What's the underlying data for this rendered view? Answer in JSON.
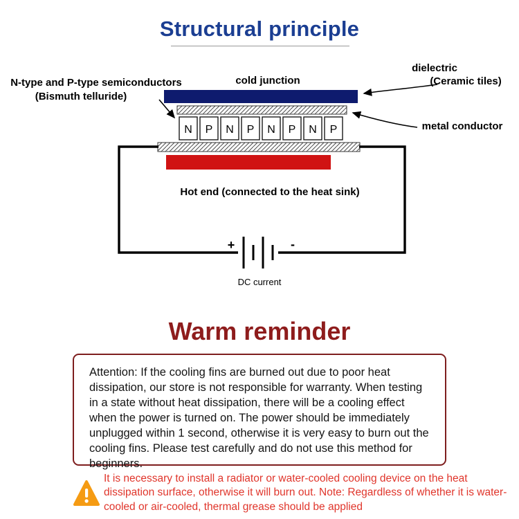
{
  "header": {
    "title": "Structural principle",
    "title_color": "#1b3e92"
  },
  "diagram": {
    "labels": {
      "cold_junction": "cold junction",
      "dielectric": "dielectric",
      "ceramic_tiles": "(Ceramic tiles)",
      "np_semiconductors": "N-type and P-type semiconductors",
      "bismuth_telluride": "(Bismuth telluride)",
      "metal_conductor": "metal conductor",
      "hot_end": "Hot end (connected to the heat sink)",
      "plus": "+",
      "minus": "-",
      "dc_current": "DC current"
    },
    "np_labels": [
      "N",
      "P",
      "N",
      "P",
      "N",
      "P",
      "N",
      "P"
    ],
    "colors": {
      "cold_bar": "#0e1b6e",
      "hot_bar": "#d01313"
    }
  },
  "reminder": {
    "title": "Warm reminder",
    "title_color": "#8e1c1c",
    "body": "Attention: If the cooling fins are burned out due to poor heat dissipation, our store is not responsible for warranty. When testing in a state without heat dissipation, there will be a cooling effect when the power is turned on. The power should be immediately unplugged within 1 second, otherwise it is very easy to burn out the cooling fins. Please test carefully and do not use this method for beginners."
  },
  "warning": {
    "icon": "warning-triangle",
    "text": "It is necessary to install a radiator or water-cooled cooling device on the heat dissipation surface, otherwise it will burn out. Note: Regardless of whether it is water-cooled or air-cooled, thermal grease should be applied",
    "text_color": "#e0352b"
  }
}
